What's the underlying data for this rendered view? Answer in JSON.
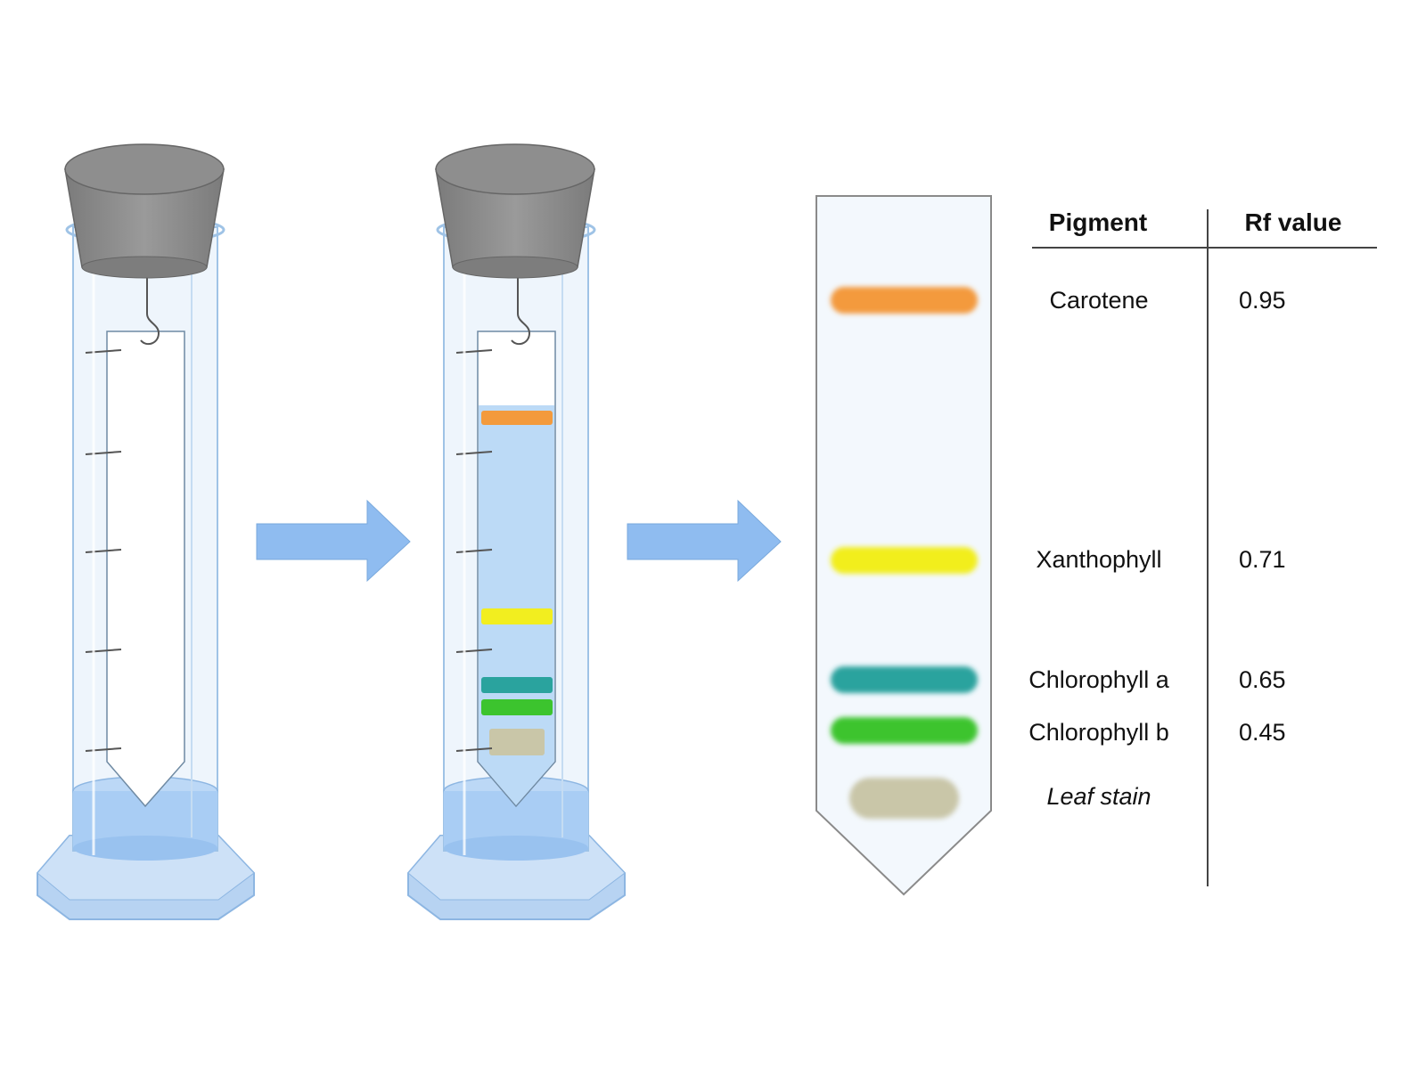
{
  "table": {
    "header_pigment": "Pigment",
    "header_rf": "Rf value",
    "rows": [
      {
        "pigment": "Carotene",
        "rf": "0.95",
        "color": "#f39a3c"
      },
      {
        "pigment": "Xanthophyll",
        "rf": "0.71",
        "color": "#f2ee1f"
      },
      {
        "pigment": "Chlorophyll a",
        "rf": "0.65",
        "color": "#2aa39e"
      },
      {
        "pigment": "Chlorophyll b",
        "rf": "0.45",
        "color": "#3cc42e"
      },
      {
        "pigment": "Leaf stain",
        "rf": "",
        "color": "#c9c6a8"
      }
    ]
  },
  "colors": {
    "solvent": "#a9cdf4",
    "arrow": "#8fbcf0",
    "stopper": "#8e8e8e",
    "glass_stroke": "#9fc3e6"
  },
  "icons": {
    "arrow_1": "right-arrow-icon",
    "arrow_2": "right-arrow-icon"
  }
}
